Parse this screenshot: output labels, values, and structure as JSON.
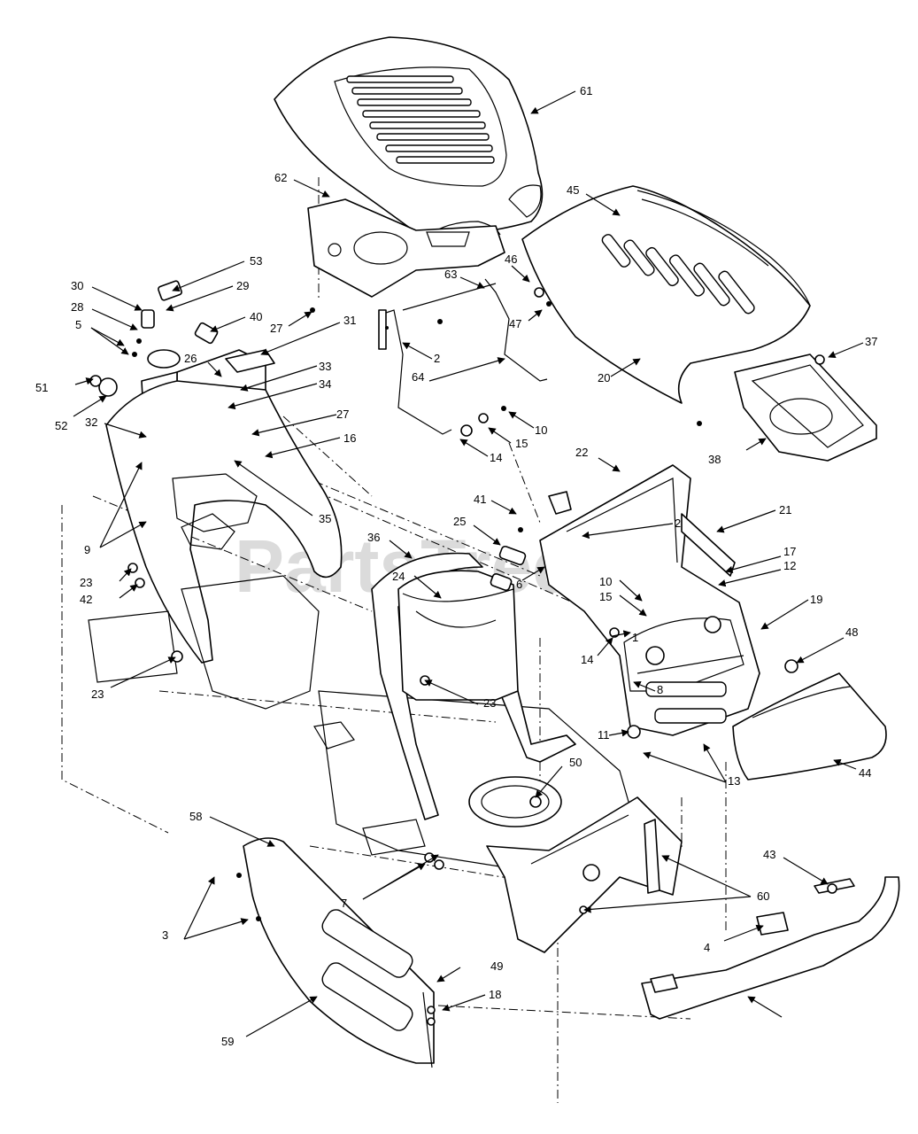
{
  "watermark": {
    "text": "PartsTree",
    "trademark": "TM"
  },
  "callouts": [
    "61",
    "62",
    "45",
    "53",
    "30",
    "29",
    "28",
    "40",
    "5",
    "27",
    "31",
    "46",
    "63",
    "47",
    "37",
    "2",
    "26",
    "33",
    "34",
    "51",
    "52",
    "32",
    "27",
    "16",
    "64",
    "10",
    "15",
    "14",
    "20",
    "38",
    "22",
    "41",
    "25",
    "21",
    "9",
    "35",
    "36",
    "2",
    "17",
    "12",
    "23",
    "42",
    "24",
    "6",
    "10",
    "15",
    "19",
    "48",
    "14",
    "1",
    "23",
    "23",
    "8",
    "11",
    "13",
    "44",
    "50",
    "58",
    "43",
    "7",
    "60",
    "4",
    "3",
    "49",
    "18",
    "59"
  ]
}
